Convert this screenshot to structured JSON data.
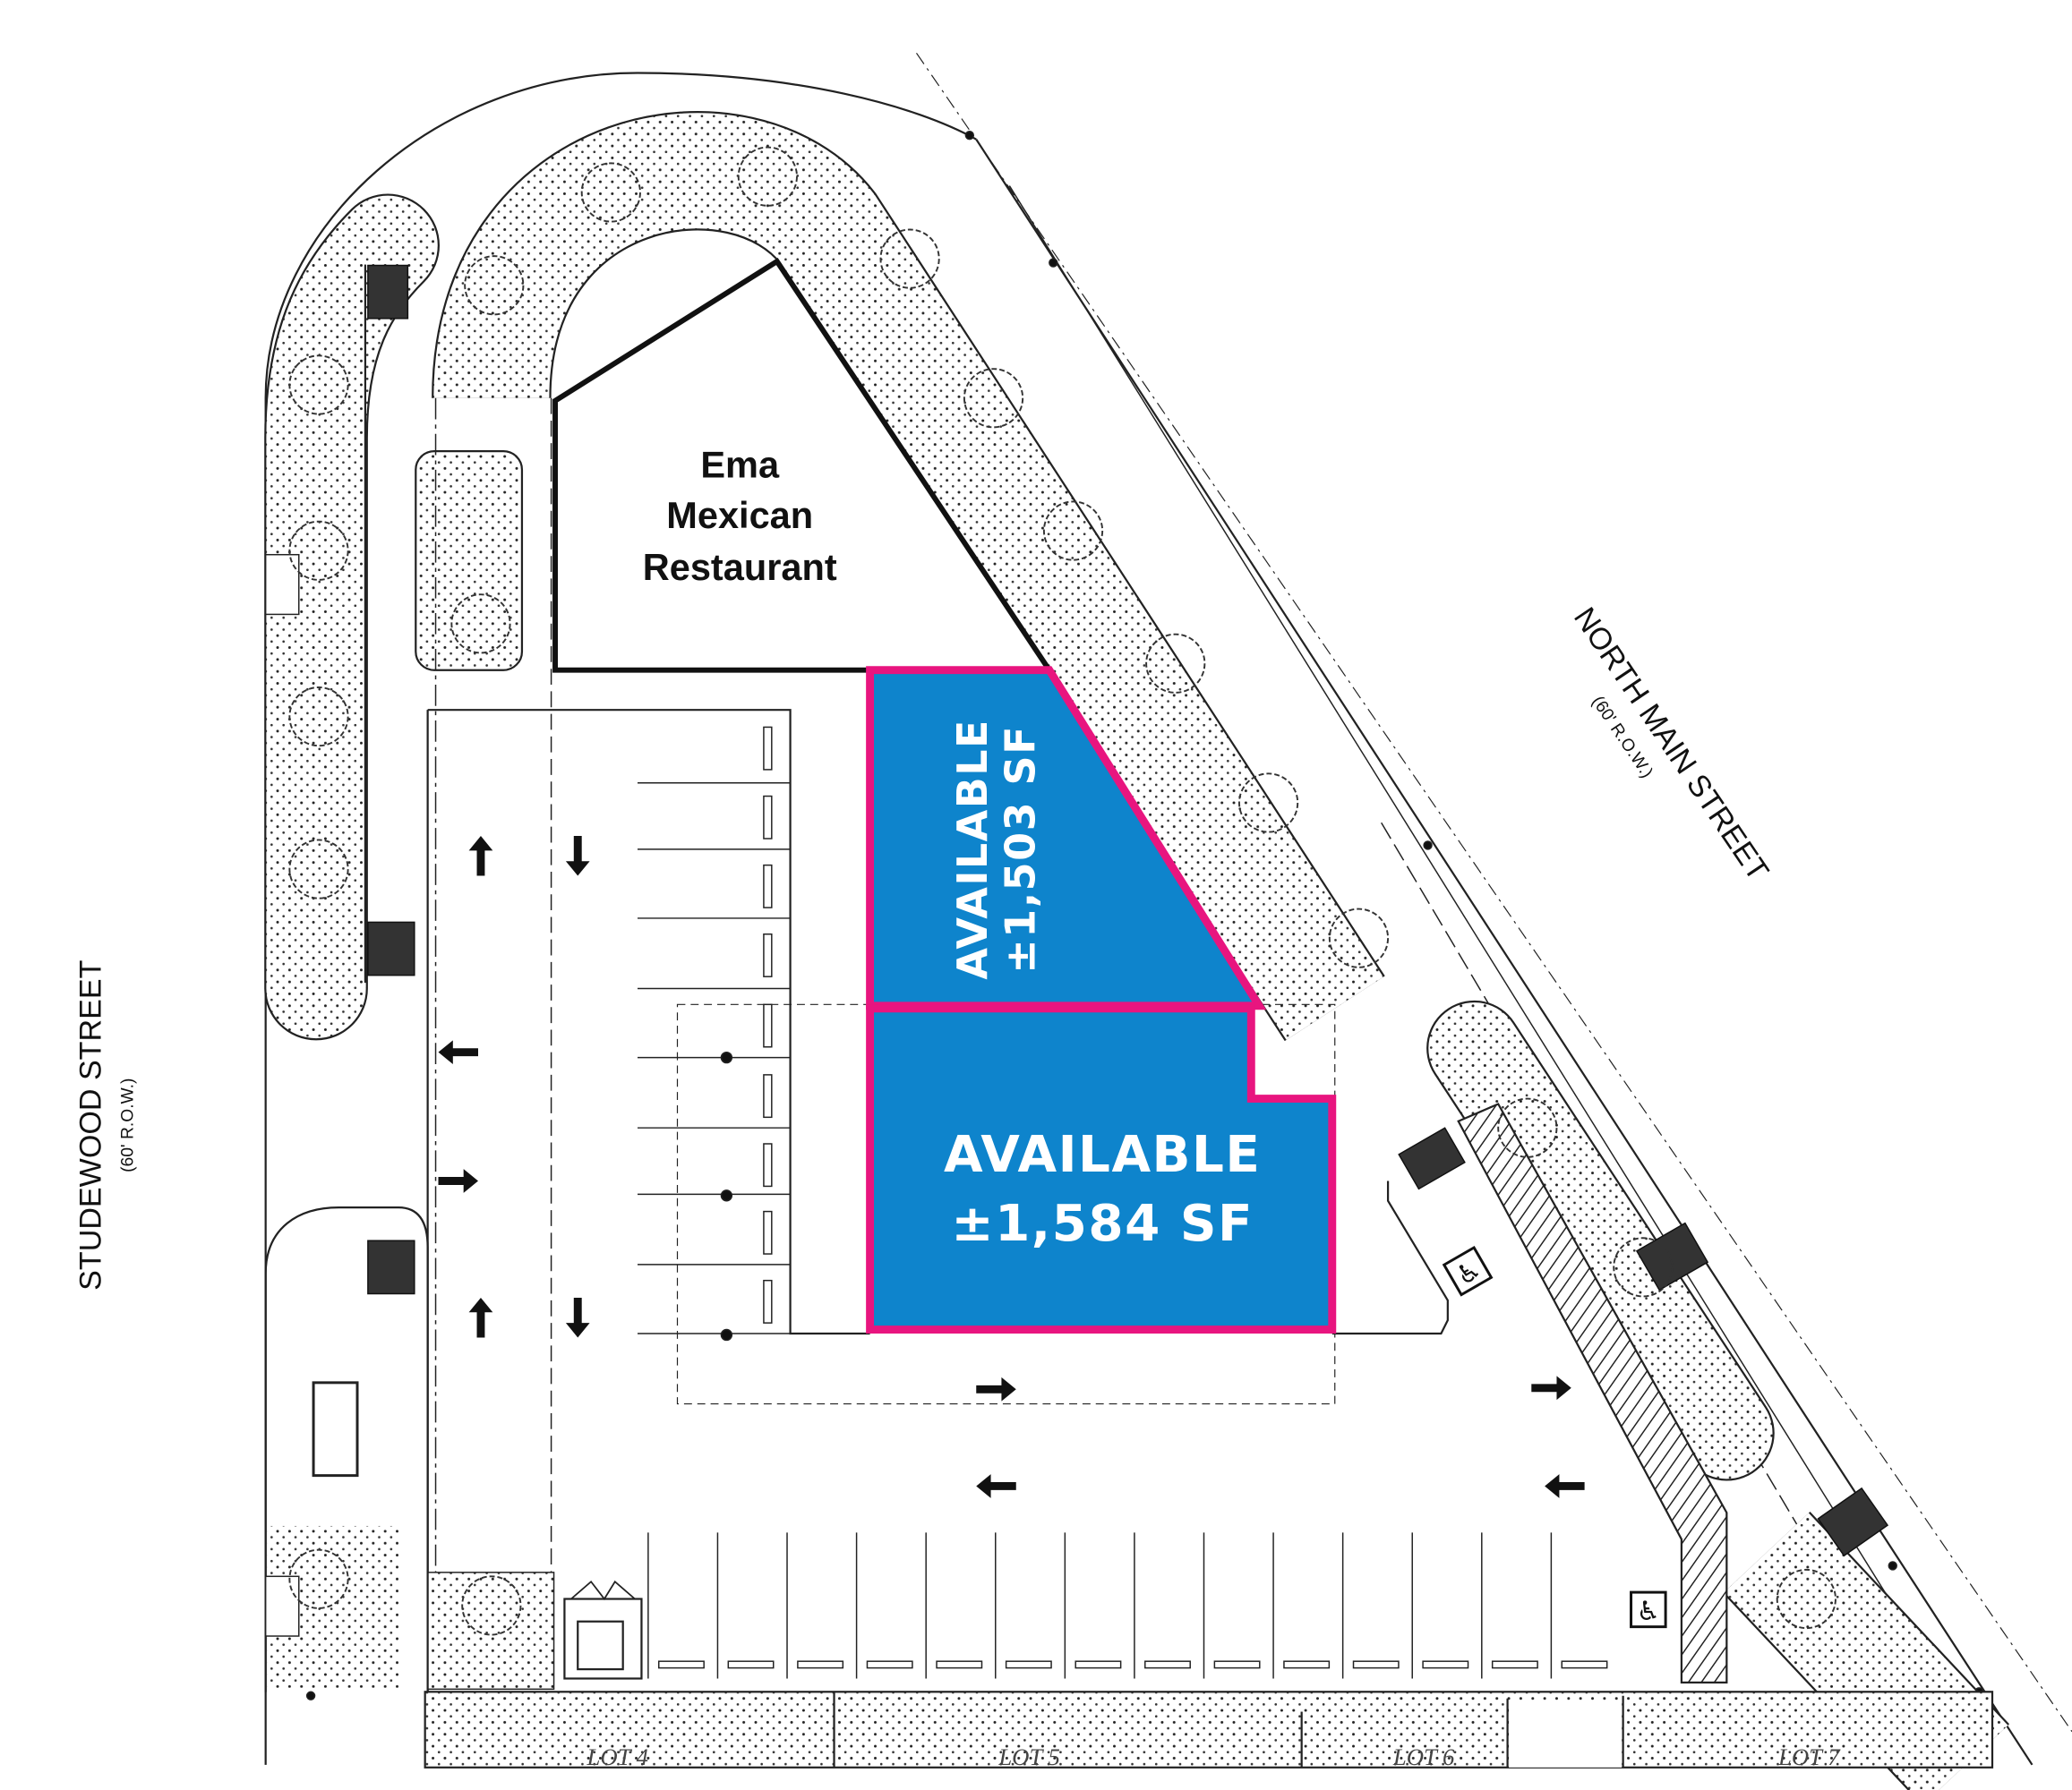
{
  "colors": {
    "available_fill": "#0e84cc",
    "available_outline": "#e8157f",
    "linework": "#111111"
  },
  "streets": {
    "west": {
      "name": "STUDEWOOD STREET",
      "row": "(60' R.O.W.)"
    },
    "east": {
      "name": "NORTH MAIN STREET",
      "row": "(60' R.O.W.)"
    }
  },
  "building": {
    "lines": [
      "Ema",
      "Mexican",
      "Restaurant"
    ]
  },
  "spaces": [
    {
      "status": "AVAILABLE",
      "size": "±1,503 SF"
    },
    {
      "status": "AVAILABLE",
      "size": "±1,584 SF"
    }
  ],
  "lots": [
    "LOT 4",
    "LOT 5",
    "LOT 6",
    "LOT 7"
  ],
  "icons": [
    "tree-icon",
    "arrow-icon",
    "accessible-parking-icon"
  ]
}
